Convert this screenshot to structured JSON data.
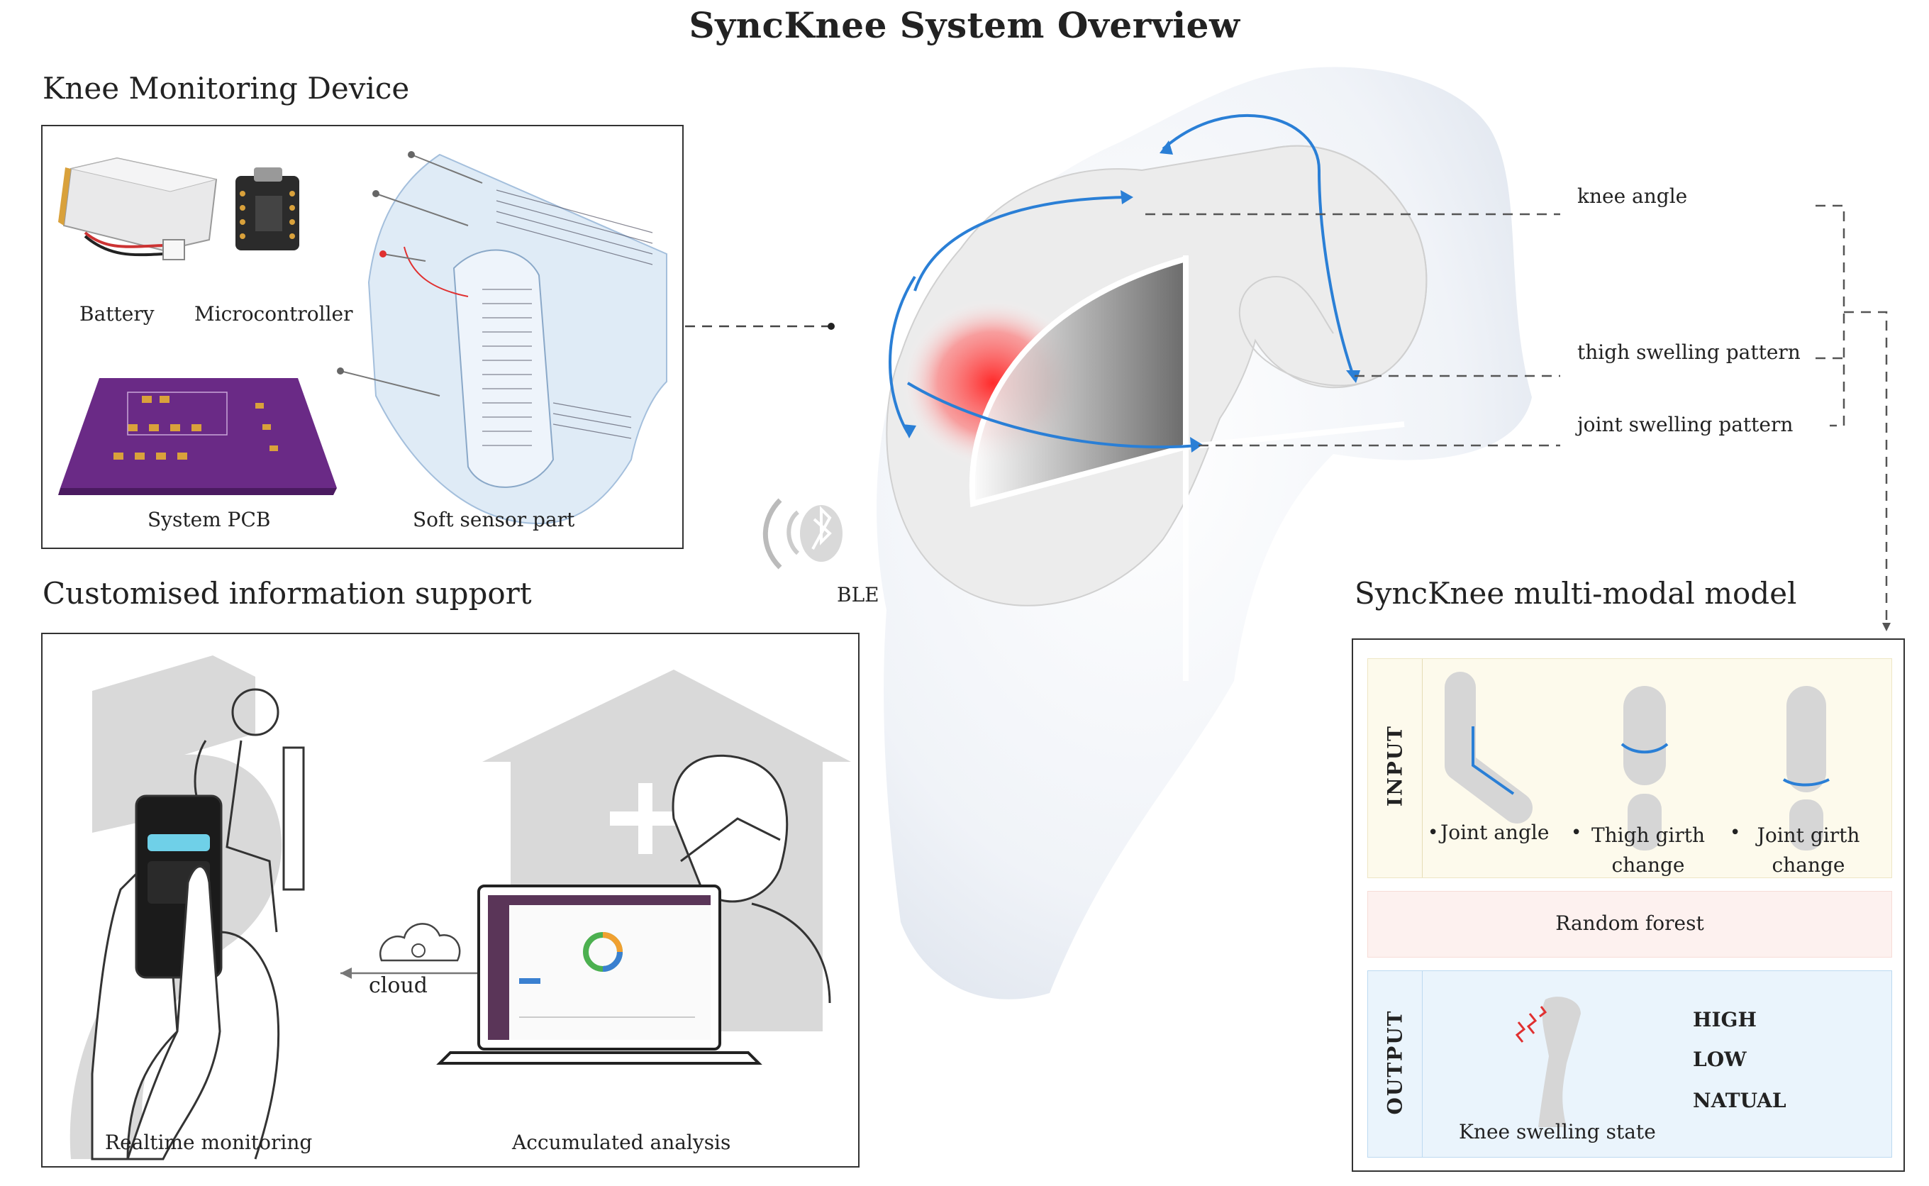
{
  "title": "SyncKnee System Overview",
  "device": {
    "heading": "Knee Monitoring Device",
    "components": [
      "Battery",
      "Microcontroller",
      "System PCB",
      "Soft sensor part"
    ]
  },
  "info": {
    "heading": "Customised information support",
    "cloud_label": "cloud",
    "captions": [
      "Realtime monitoring",
      "Accumulated analysis"
    ]
  },
  "ble_label": "BLE",
  "knee_labels": [
    "knee angle",
    "thigh swelling pattern",
    "joint swelling pattern"
  ],
  "model": {
    "heading": "SyncKnee multi-modal model",
    "input_label": "INPUT",
    "inputs": [
      {
        "bullet": "•",
        "text": "Joint angle"
      },
      {
        "bullet": "•",
        "text": "Thigh girth change"
      },
      {
        "bullet": "•",
        "text": "Joint girth change"
      }
    ],
    "classifier": "Random forest",
    "output_label": "OUTPUT",
    "output_caption": "Knee swelling state",
    "states": [
      "HIGH",
      "LOW",
      "NATUAL"
    ]
  },
  "colors": {
    "arrow_blue": "#2a7fd6",
    "input_bg": "#fdfaec",
    "forest_bg": "#fdf1ef",
    "output_bg": "#eaf4fc",
    "pcb_purple": "#6a2a86",
    "battery_gold": "#d9a13b",
    "swelling_red": "#ff2a2a"
  },
  "icons": [
    "battery-icon",
    "microcontroller-icon",
    "pcb-icon",
    "soft-sensor-icon",
    "bluetooth-icon",
    "cloud-icon",
    "phone-icon",
    "laptop-icon",
    "knee-icon",
    "leg-icon"
  ]
}
